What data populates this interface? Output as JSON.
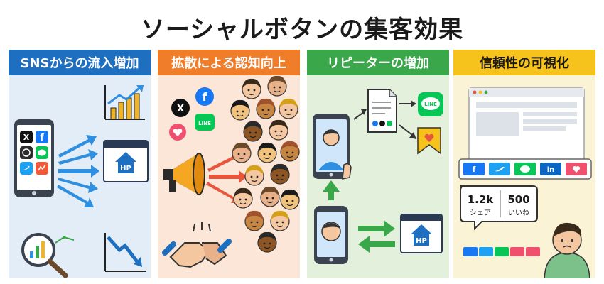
{
  "title": "ソーシャルボタンの集客効果",
  "panels": [
    {
      "heading": "SNSからの流入増加",
      "color": "#1f6fc0"
    },
    {
      "heading": "拡散による認知向上",
      "color": "#ef7d2a"
    },
    {
      "heading": "リピーターの増加",
      "color": "#3aa84a"
    },
    {
      "heading": "信頼性の可視化",
      "color": "#f6c21c"
    }
  ],
  "hp_label": "HP",
  "line_label": "LINE",
  "share_count": {
    "value": "1.2k",
    "label": "シェア"
  },
  "like_count": {
    "value": "500",
    "label": "いいね"
  },
  "share_buttons": [
    "f",
    "t",
    "LINE",
    "in",
    "heart"
  ],
  "icons": [
    "x-icon",
    "facebook-icon",
    "line-icon",
    "instagram-icon",
    "twitter-icon",
    "heart-icon",
    "megaphone-icon",
    "handshake-icon",
    "magnifier-icon",
    "document-icon",
    "bookmark-icon",
    "smartphone-icon",
    "browser-icon",
    "person-avatar-icon"
  ],
  "colors": {
    "facebook": "#1877f2",
    "line": "#06c755",
    "twitter": "#1da1f2",
    "heart": "#f0506e",
    "arrow_blue": "#2f8fe0",
    "arrow_red": "#e8553d",
    "arrow_green": "#3aa84a"
  }
}
